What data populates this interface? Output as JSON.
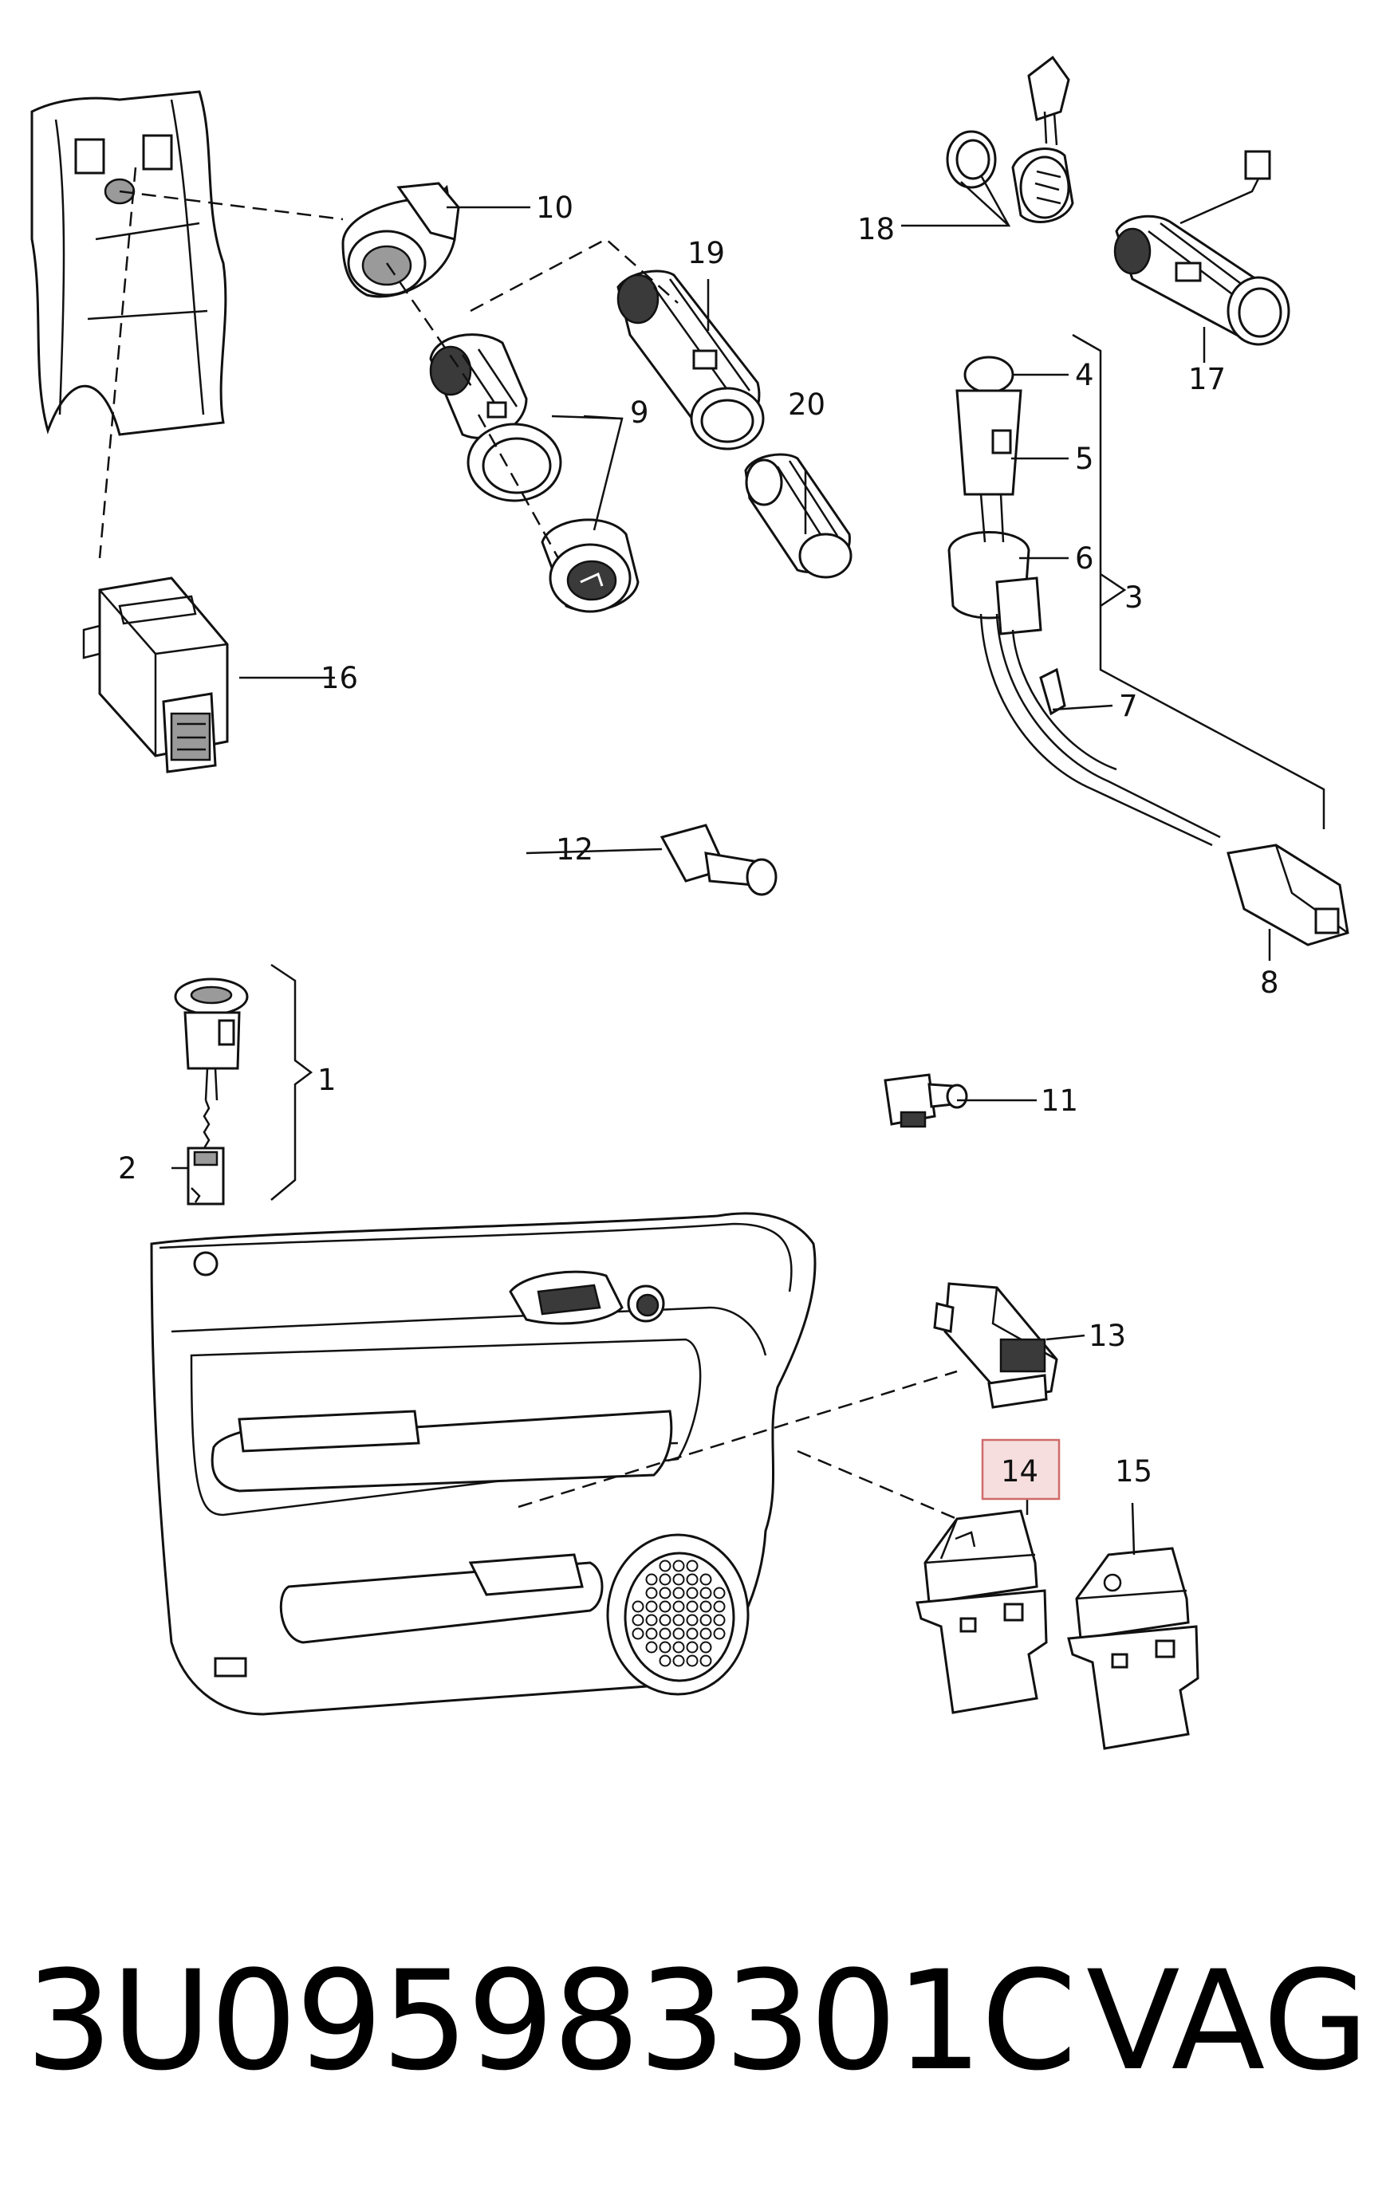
{
  "callouts": [
    {
      "id": "1",
      "text": "1"
    },
    {
      "id": "2",
      "text": "2"
    },
    {
      "id": "3",
      "text": "3"
    },
    {
      "id": "4",
      "text": "4"
    },
    {
      "id": "5",
      "text": "5"
    },
    {
      "id": "6",
      "text": "6"
    },
    {
      "id": "7",
      "text": "7"
    },
    {
      "id": "8",
      "text": "8"
    },
    {
      "id": "9",
      "text": "9"
    },
    {
      "id": "10",
      "text": "10"
    },
    {
      "id": "11",
      "text": "11"
    },
    {
      "id": "12",
      "text": "12"
    },
    {
      "id": "13",
      "text": "13"
    },
    {
      "id": "14",
      "text": "14"
    },
    {
      "id": "15",
      "text": "15"
    },
    {
      "id": "16",
      "text": "16"
    },
    {
      "id": "17",
      "text": "17"
    },
    {
      "id": "18",
      "text": "18"
    },
    {
      "id": "19",
      "text": "19"
    },
    {
      "id": "20",
      "text": "20"
    }
  ],
  "highlighted_callout": "14",
  "highlight_color": "#f6dede",
  "highlight_border_color": "#d06a6a",
  "footer": {
    "part_number": "3U095983301C",
    "brand": "VAG"
  }
}
